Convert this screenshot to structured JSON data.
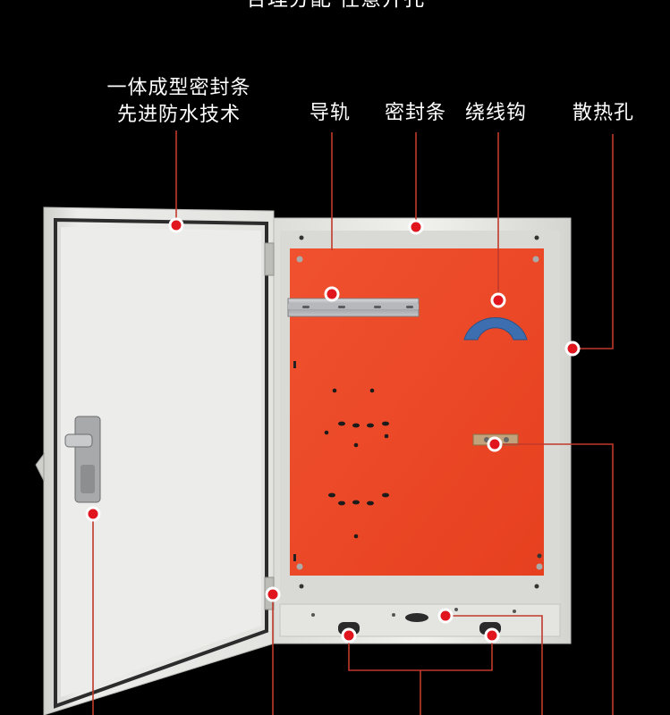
{
  "top_banner": "合理分配·任意开孔",
  "labels": {
    "seal_strip_line1": "一体成型密封条",
    "seal_strip_line2": "先进防水技术",
    "rail": "导轨",
    "seal": "密封条",
    "winding_hook": "绕线钩",
    "vent_hole": "散热孔"
  },
  "colors": {
    "background": "#000000",
    "mounting_plate": "#ef4a2c",
    "cabinet_body": "#e9e9e6",
    "marker_red": "#e0151d",
    "leader_line": "#c0392b",
    "hook_blue": "#3d6fb0"
  }
}
